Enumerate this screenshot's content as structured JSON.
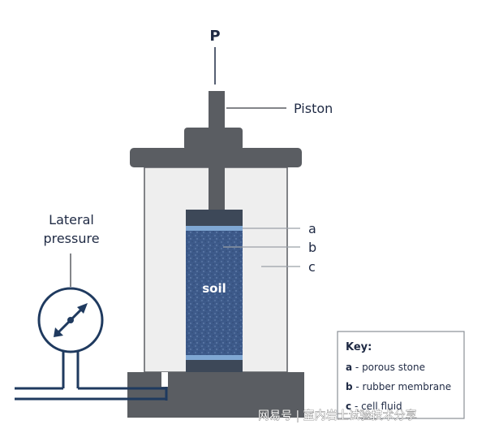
{
  "labels": {
    "load": "P",
    "piston": "Piston",
    "lateral_line1": "Lateral",
    "lateral_line2": "pressure",
    "a": "a",
    "b": "b",
    "c": "c",
    "soil": "soil"
  },
  "key": {
    "title": "Key:",
    "items": [
      {
        "letter": "a",
        "text": " - porous stone"
      },
      {
        "letter": "b",
        "text": " - rubber membrane"
      },
      {
        "letter": "c",
        "text": " - cell fluid"
      }
    ]
  },
  "watermark": "网易号 | 室内岩土试验技术分享",
  "colors": {
    "dark_gray": "#5a5d62",
    "cell_fluid": "#eeeeee",
    "soil_blue": "#3d5a8a",
    "stone_blue": "#7fa7d3",
    "line_navy": "#1f3a5f",
    "text": "#1f2a44"
  }
}
